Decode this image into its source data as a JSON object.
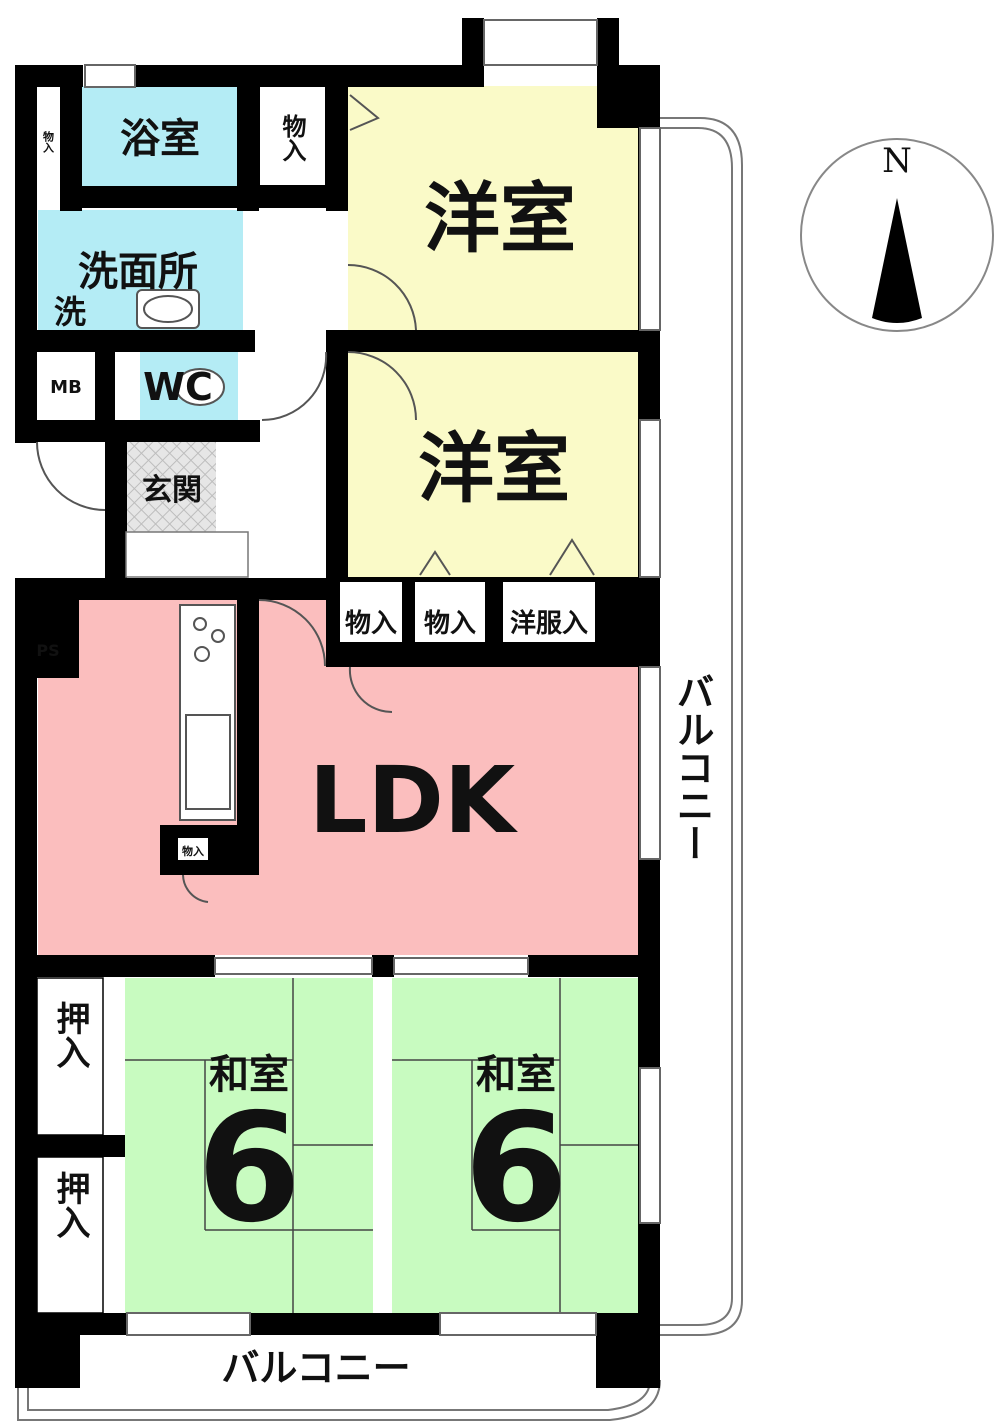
{
  "floor_plan": {
    "rooms": {
      "bath": "浴室",
      "storage_top": "物入",
      "storage_small_left": "物入",
      "western_room_1": "洋室",
      "washroom": "洗面所",
      "washer": "洗",
      "mb": "MB",
      "wc": "WC",
      "western_room_2": "洋室",
      "entrance": "玄関",
      "ps": "PS",
      "storage_a": "物入",
      "storage_b": "物入",
      "wardrobe": "洋服入",
      "ldk": "LDK",
      "storage_kitchen": "物入",
      "closet_1": "押入",
      "closet_2": "押入",
      "japanese_room_1": "和室",
      "japanese_room_1_size": "6",
      "japanese_room_2": "和室",
      "japanese_room_2_size": "6"
    },
    "balcony_east": "バルコニー",
    "balcony_south": "バルコニー",
    "compass_north": "N"
  },
  "colors": {
    "western_room": "#fafac8",
    "ldk": "#fbbebe",
    "japanese_room": "#c8fbc0",
    "wet_area": "#b4ecf5",
    "wall": "#000000",
    "entrance_tile": "#d9d9d9"
  }
}
